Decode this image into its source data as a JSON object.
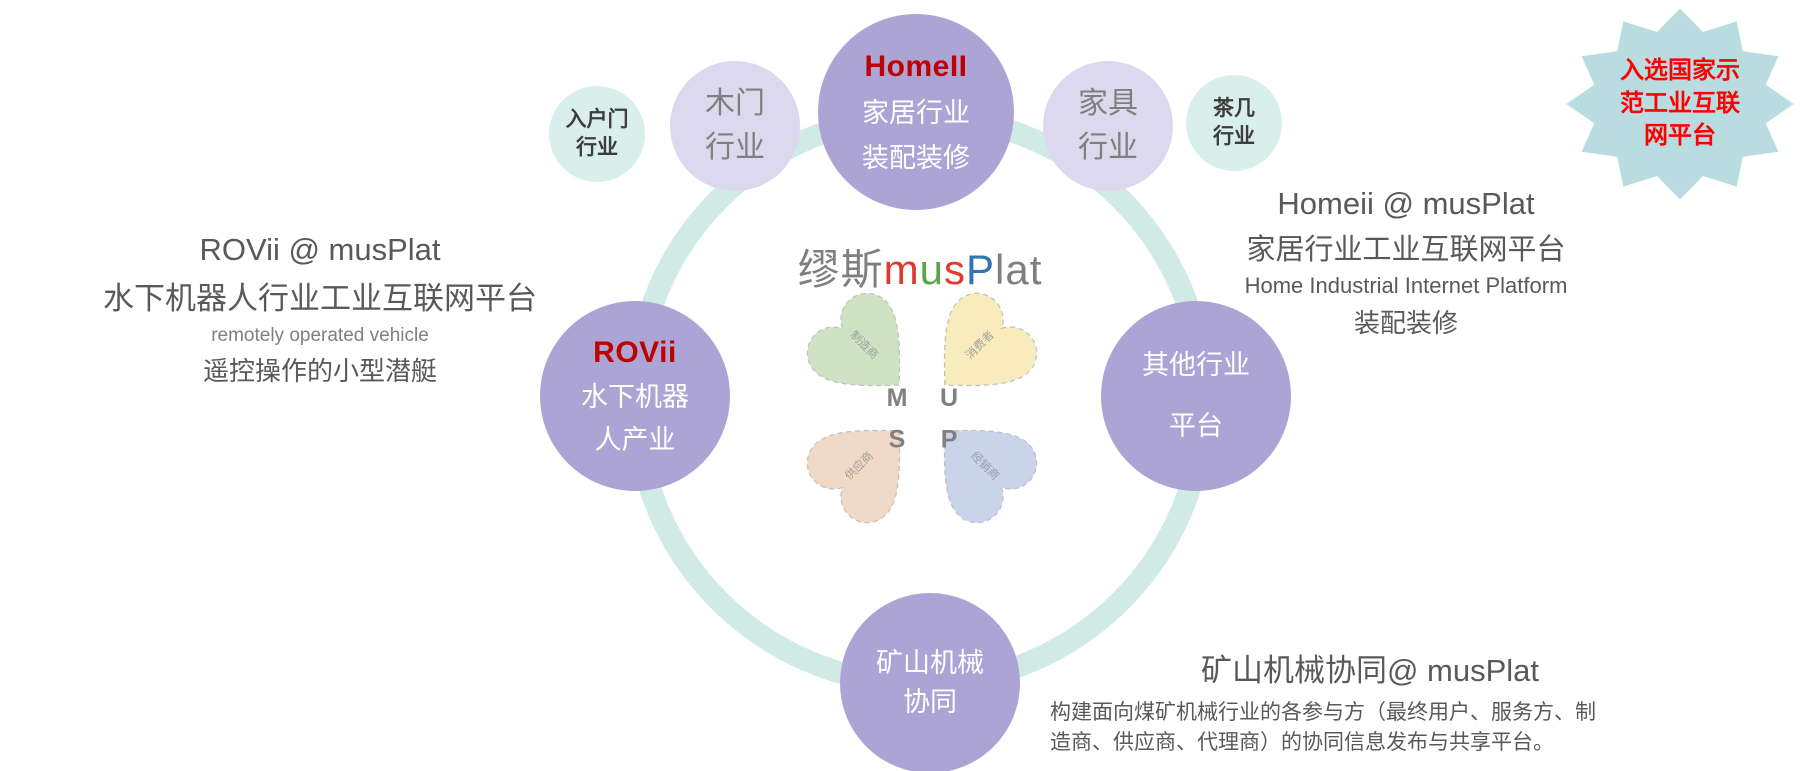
{
  "palette": {
    "ring": "#c8e6e1",
    "main_circle": "#aba4d4",
    "light_circle": "#dcd9ee",
    "teal_circle": "#d9efeb",
    "text_gray": "#595959",
    "red_accent": "#c00000"
  },
  "title": {
    "segments": [
      {
        "text": "缪斯",
        "color": "#7f7f7f"
      },
      {
        "text": "m",
        "color": "#e03a2f"
      },
      {
        "text": "u",
        "color": "#5aa54b"
      },
      {
        "text": "s",
        "color": "#e03a2f"
      },
      {
        "text": "P",
        "color": "#2f74b5"
      },
      {
        "text": "lat",
        "color": "#7f7f7f"
      }
    ]
  },
  "badge": {
    "fill": "#b9dce0",
    "text_color": "#ff0000",
    "lines": [
      "入选国家示",
      "范工业互联",
      "网平台"
    ]
  },
  "circles": {
    "homeii": {
      "name": "HomeII",
      "name_color": "#c00000",
      "lines": [
        "家居行业",
        "装配装修"
      ]
    },
    "wood_door": {
      "lines": [
        "木门",
        "行业"
      ]
    },
    "entry_door": {
      "lines": [
        "入户门",
        "行业"
      ]
    },
    "furniture": {
      "lines": [
        "家具",
        "行业"
      ]
    },
    "tea_table": {
      "lines": [
        "茶几",
        "行业"
      ]
    },
    "rovii": {
      "name": "ROVii",
      "name_color": "#c00000",
      "lines": [
        "水下机器",
        "人产业"
      ]
    },
    "other_industry": {
      "lines": [
        "其他行业",
        "平台"
      ]
    },
    "mining": {
      "lines": [
        "矿山机械",
        "协同"
      ]
    }
  },
  "clover": {
    "letters": {
      "m": "M",
      "u": "U",
      "s": "S",
      "p": "P"
    },
    "letter_color": "#808080",
    "leaves": [
      {
        "label": "制造商",
        "color": "#cfe3c4"
      },
      {
        "label": "消费者",
        "color": "#f8ebbc"
      },
      {
        "label": "供应商",
        "color": "#f0d9c6"
      },
      {
        "label": "经销商",
        "color": "#c9d4eb"
      }
    ]
  },
  "left_block": {
    "line1": "ROVii @ musPlat",
    "line2": "水下机器人行业工业互联网平台",
    "line3": "remotely operated vehicle",
    "line4": "遥控操作的小型潜艇"
  },
  "right_block": {
    "line1": "Homeii @ musPlat",
    "line2": "家居行业工业互联网平台",
    "line3": "Home Industrial Internet Platform",
    "line4": "装配装修"
  },
  "mining_block": {
    "title": "矿山机械协同@ musPlat",
    "desc1": "构建面向煤矿机械行业的各参与方（最终用户、服务方、制",
    "desc2": "造商、供应商、代理商）的协同信息发布与共享平台。"
  }
}
